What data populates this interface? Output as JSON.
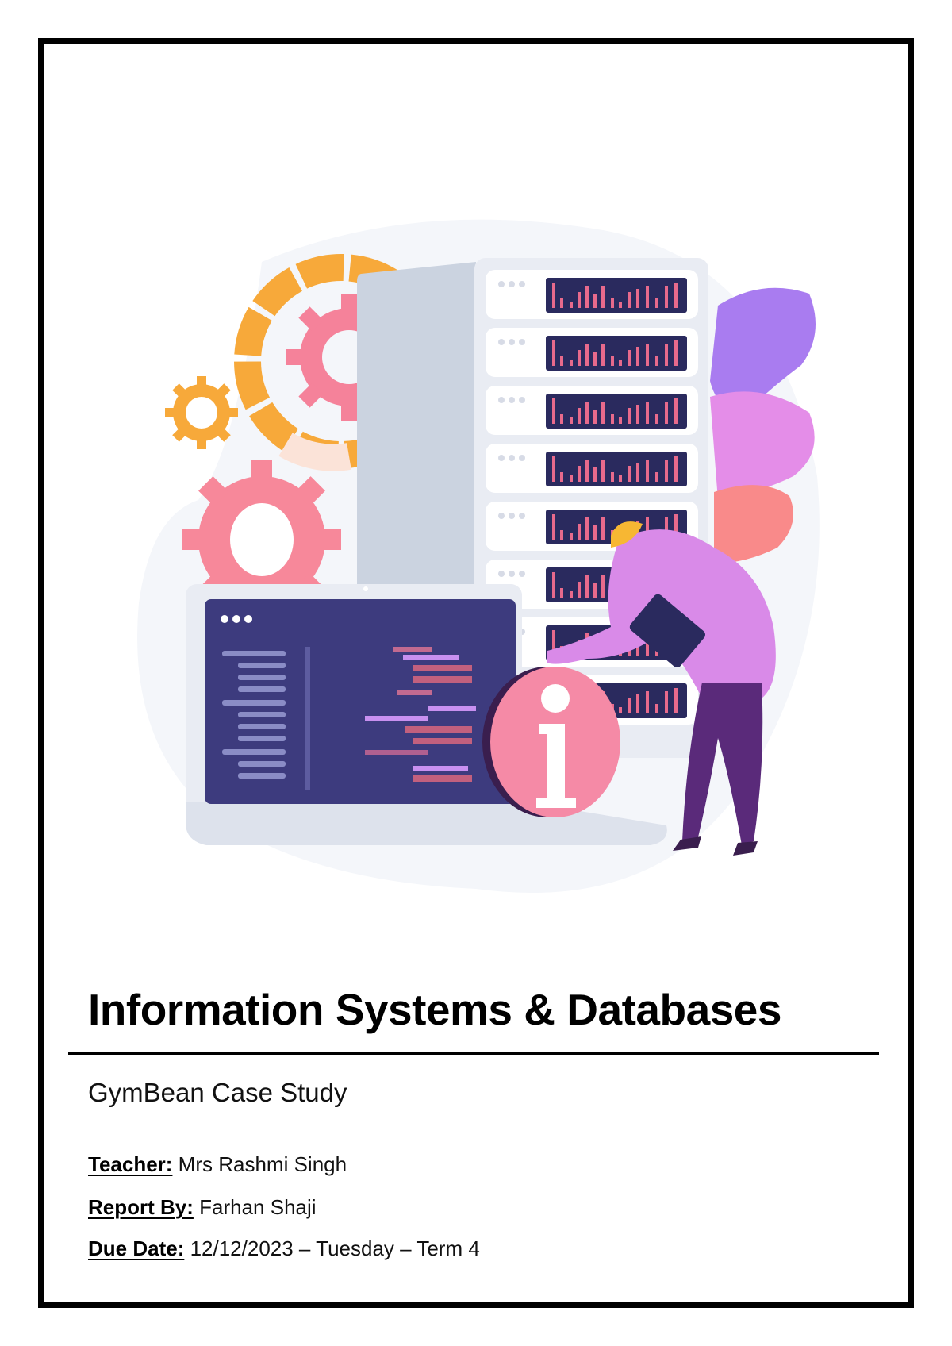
{
  "document": {
    "title": "Information Systems & Databases",
    "subtitle": "GymBean Case Study",
    "meta": {
      "teacher": {
        "label": "Teacher:",
        "value": " Mrs Rashmi Singh"
      },
      "report_by": {
        "label": "Report By:",
        "value": " Farhan Shaji"
      },
      "due_date": {
        "label": "Due Date:",
        "value": " 12/12/2023 – Tuesday – Term 4"
      }
    }
  },
  "illustration": {
    "description": "Server rack with data screens, gears, laptop showing code, person holding tablet and large info icon",
    "icons": [
      "server-rack-icon",
      "gear-icon",
      "laptop-icon",
      "info-icon",
      "person-figure",
      "tablet-icon"
    ],
    "colors": {
      "server": "#e9ecf3",
      "server_side": "#cbd3e0",
      "screen": "#2a2a5e",
      "bars": "#e86a8c",
      "gear_pink": "#f5829a",
      "gear_orange": "#f7a93a",
      "blob_purple": "#a97cf0",
      "blob_pink": "#e48de8",
      "blob_coral": "#f98a8a",
      "info_circle": "#f58aa6",
      "person_shirt": "#d98ae8",
      "person_pants": "#5a2a7a",
      "hair": "#f7b733"
    },
    "server_units": 8,
    "laptop_dots": 3
  }
}
